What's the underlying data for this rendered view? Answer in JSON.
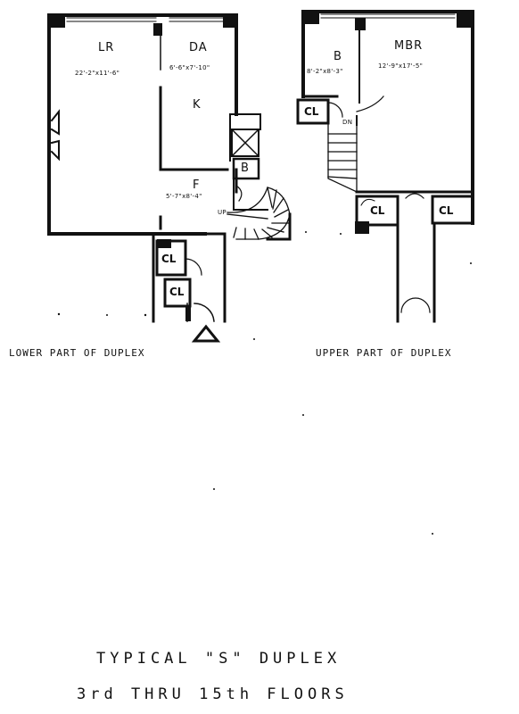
{
  "lower": {
    "lr_label": "LR",
    "lr_dims": "22'-2\"x11'-6\"",
    "da_label": "DA",
    "da_dims": "6'-6\"x7'-10\"",
    "k_label": "K",
    "f_label": "F",
    "f_dims": "5'-7\"x8'-4\"",
    "b_label": "B",
    "cl1_label": "CL",
    "cl2_label": "CL",
    "stair_tag": "UP",
    "caption": "LOWER PART OF DUPLEX"
  },
  "upper": {
    "b_label": "B",
    "b_dims": "8'-2\"x8'-3\"",
    "mbr_label": "MBR",
    "mbr_dims": "12'-9\"x17'-5\"",
    "cl1_label": "CL",
    "cl2_label": "CL",
    "cl3_label": "CL",
    "stair_tag": "DN",
    "caption": "UPPER PART OF DUPLEX"
  },
  "title": {
    "line1": "TYPICAL \"S\" DUPLEX",
    "line2": "3rd THRU 15th FLOORS"
  }
}
